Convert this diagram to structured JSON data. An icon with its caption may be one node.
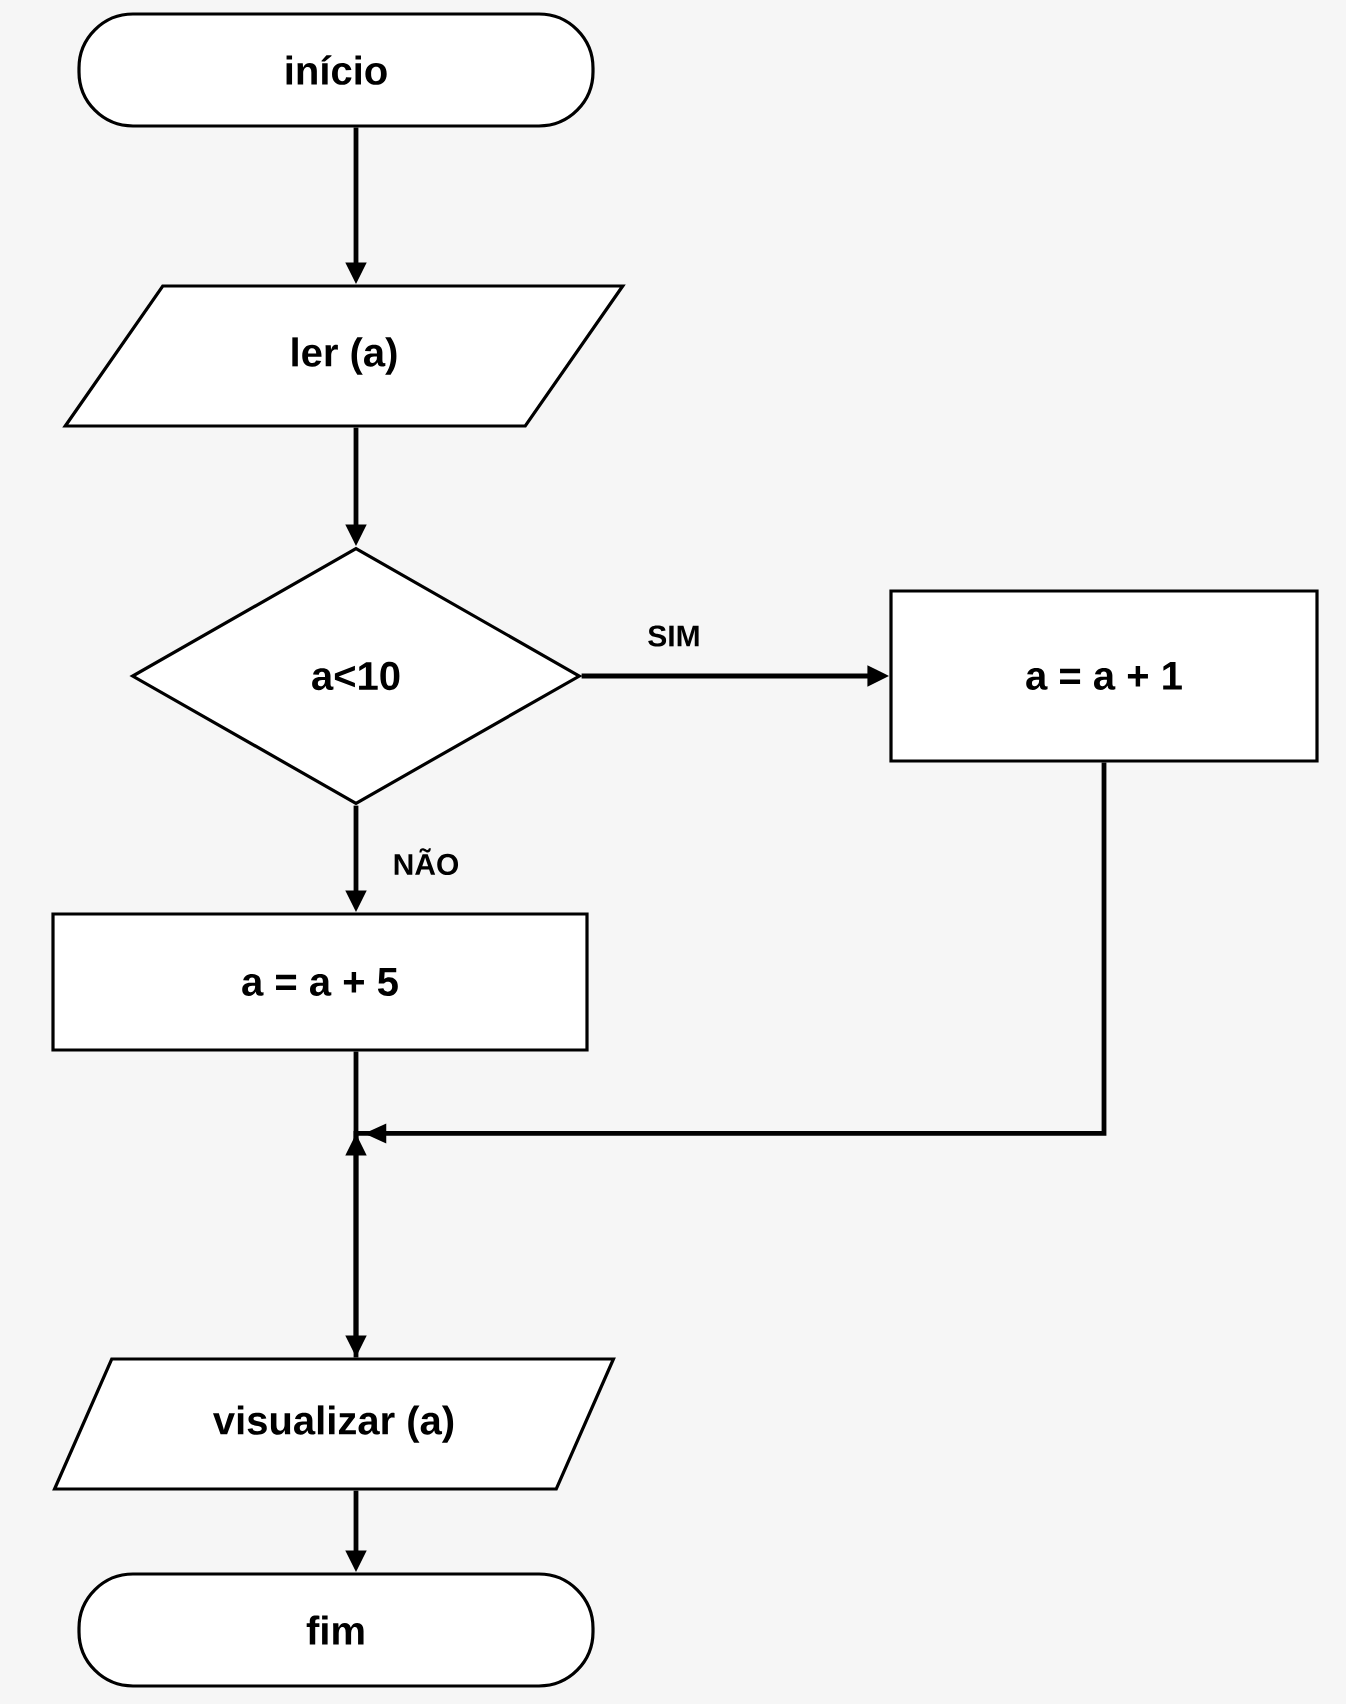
{
  "diagram": {
    "nodes": [
      {
        "text": [
          "início"
        ]
      },
      {
        "text": [
          "ler (a)"
        ]
      },
      {
        "text": [
          "a<10"
        ]
      },
      {
        "text": [
          "a = a + 1"
        ]
      },
      {
        "text": [
          "a = a + 5"
        ]
      },
      {
        "text": [
          "visualizar (a)"
        ]
      },
      {
        "text": [
          "fim"
        ]
      }
    ],
    "edges": [
      {
        "from": 0,
        "to": 1,
        "arrow": "to"
      },
      {
        "from": 1,
        "to": 2,
        "arrow": "to"
      },
      {
        "from": 2,
        "to": 3,
        "arrow": "to",
        "label": "SIM"
      },
      {
        "from": 2,
        "to": 4,
        "arrow": "to",
        "label": "NÃO"
      },
      {
        "from": 3,
        "to": 5,
        "arrow": "to"
      },
      {
        "from": 4,
        "to": 5,
        "arrow": "to"
      },
      {
        "from": 5,
        "to": 6,
        "arrow": "to"
      }
    ]
  }
}
